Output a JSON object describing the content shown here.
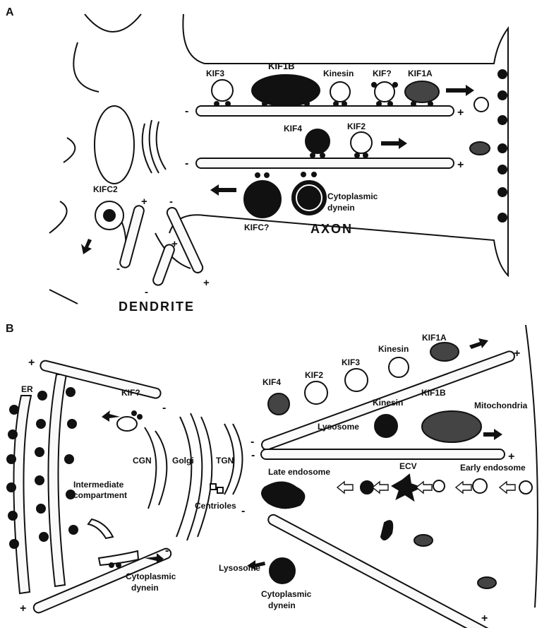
{
  "panel_a": {
    "letter": "A",
    "axon_label": "AXON",
    "dendrite_label": "DENDRITE",
    "motors": [
      "KIF3",
      "KIF1B",
      "Kinesin",
      "KIF?",
      "KIF1A",
      "KIF4",
      "KIF2",
      "KIFC2",
      "KIFC?",
      "Cytoplasmic",
      "dynein"
    ],
    "plus": "+",
    "minus": "-"
  },
  "panel_b": {
    "letter": "B",
    "organelles": [
      "ER",
      "KIF?",
      "CGN",
      "Golgi",
      "TGN",
      "Intermediate",
      "compartment",
      "Centrioles",
      "Cytoplasmic",
      "dynein"
    ],
    "motors": [
      "KIF4",
      "KIF2",
      "KIF3",
      "Kinesin",
      "KIF1A",
      "KIF1B",
      "Kinesin"
    ],
    "right_labels": [
      "Lysosome",
      "Mitochondria",
      "Late endosome",
      "ECV",
      "Early endosome",
      "Lysosome",
      "Cytoplasmic",
      "dynein"
    ],
    "plus": "+",
    "minus": "-"
  },
  "colors": {
    "ink": "#111111",
    "paper": "#ffffff"
  }
}
